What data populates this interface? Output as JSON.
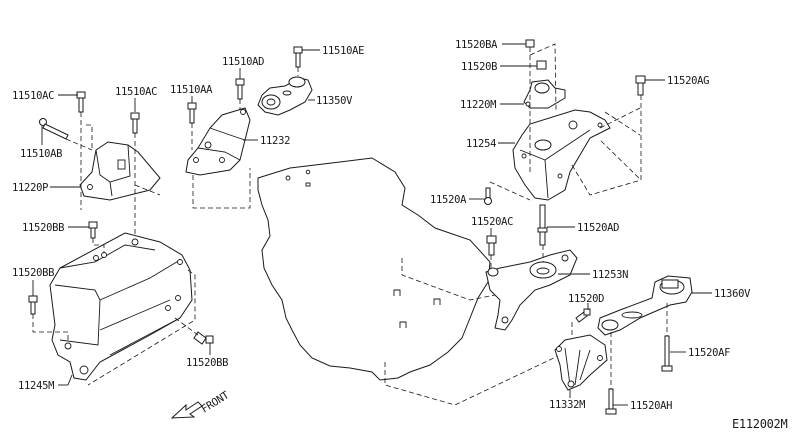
{
  "diagram": {
    "title": "Engine & Transmission Mounting",
    "code": "E112002M",
    "front_label": "FRONT",
    "parts": {
      "p11510AC_a": "11510AC",
      "p11510AC_b": "11510AC",
      "p11510AB": "11510AB",
      "p11220P": "11220P",
      "p11520BB_a": "11520BB",
      "p11520BB_b": "11520BB",
      "p11520BB_c": "11520BB",
      "p11245M": "11245M",
      "p11510AA": "11510AA",
      "p11510AD": "11510AD",
      "p11510AE": "11510AE",
      "p11350V": "11350V",
      "p11232": "11232",
      "p11520BA": "11520BA",
      "p11520B": "11520B",
      "p11220M": "11220M",
      "p11520AG": "11520AG",
      "p11254": "11254",
      "p11520A": "11520A",
      "p11520AC": "11520AC",
      "p11520AD": "11520AD",
      "p11253N": "11253N",
      "p11520D": "11520D",
      "p11360V": "11360V",
      "p11520AF": "11520AF",
      "p11332M": "11332M",
      "p11520AH": "11520AH"
    }
  }
}
